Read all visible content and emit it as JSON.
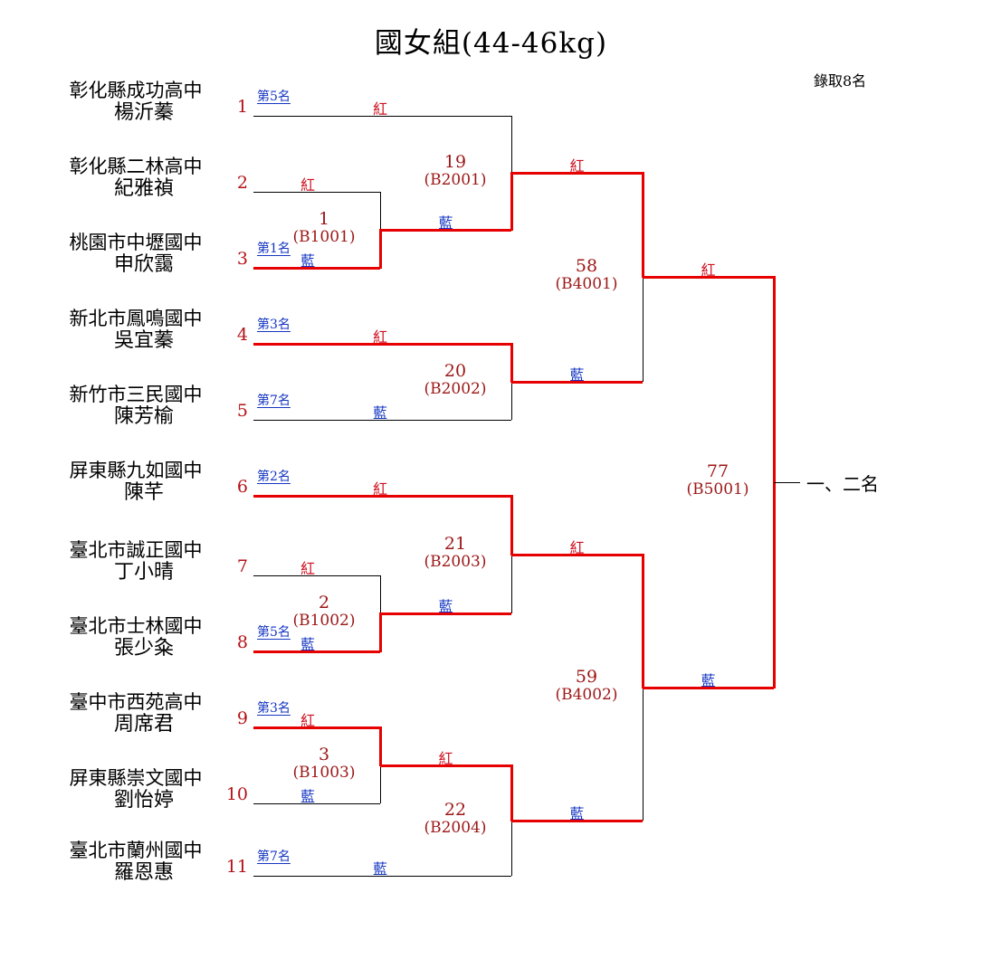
{
  "title": "國女組(44-46kg)",
  "note": "錄取8名",
  "final_label": "一、二名",
  "colors": {
    "winner_path": "#e60000",
    "line": "#000000",
    "red_corner_text": "#cf1020",
    "blue_corner_text": "#1536c2",
    "match_label_text": "#9c1616",
    "seed_text": "#b31217"
  },
  "competitors": [
    {
      "seed": "1",
      "school": "彰化縣成功高中",
      "name": "楊沂蓁",
      "placement": "第5名",
      "corner": "紅",
      "winner": false
    },
    {
      "seed": "2",
      "school": "彰化縣二林高中",
      "name": "紀雅禎",
      "placement": "",
      "corner": "紅",
      "winner": false
    },
    {
      "seed": "3",
      "school": "桃園市中壢國中",
      "name": "申欣靄",
      "placement": "第1名",
      "corner": "藍",
      "winner": true
    },
    {
      "seed": "4",
      "school": "新北市鳳鳴國中",
      "name": "吳宜蓁",
      "placement": "第3名",
      "corner": "紅",
      "winner": true
    },
    {
      "seed": "5",
      "school": "新竹市三民國中",
      "name": "陳芳榆",
      "placement": "第7名",
      "corner": "藍",
      "winner": false
    },
    {
      "seed": "6",
      "school": "屏東縣九如國中",
      "name": "陳芊",
      "placement": "第2名",
      "corner": "紅",
      "winner": true
    },
    {
      "seed": "7",
      "school": "臺北市誠正國中",
      "name": "丁小晴",
      "placement": "",
      "corner": "紅",
      "winner": false
    },
    {
      "seed": "8",
      "school": "臺北市士林國中",
      "name": "張少粂",
      "placement": "第5名",
      "corner": "藍",
      "winner": true
    },
    {
      "seed": "9",
      "school": "臺中市西苑高中",
      "name": "周席君",
      "placement": "第3名",
      "corner": "紅",
      "winner": true
    },
    {
      "seed": "10",
      "school": "屏東縣崇文國中",
      "name": "劉怡婷",
      "placement": "",
      "corner": "藍",
      "winner": false
    },
    {
      "seed": "11",
      "school": "臺北市蘭州國中",
      "name": "羅恩惠",
      "placement": "第7名",
      "corner": "藍",
      "winner": false
    }
  ],
  "matches": [
    {
      "number": "1",
      "code": "(B1001)",
      "out_corner": "藍",
      "winner_side": "bottom"
    },
    {
      "number": "2",
      "code": "(B1002)",
      "out_corner": "藍",
      "winner_side": "bottom"
    },
    {
      "number": "3",
      "code": "(B1003)",
      "out_corner": "紅",
      "winner_side": "top"
    },
    {
      "number": "19",
      "code": "(B2001)",
      "out_corner": "紅",
      "winner_side": "bottom"
    },
    {
      "number": "20",
      "code": "(B2002)",
      "out_corner": "藍",
      "winner_side": "top"
    },
    {
      "number": "21",
      "code": "(B2003)",
      "out_corner": "紅",
      "winner_side": "top"
    },
    {
      "number": "22",
      "code": "(B2004)",
      "out_corner": "藍",
      "winner_side": "top"
    },
    {
      "number": "58",
      "code": "(B4001)",
      "out_corner": "紅",
      "winner_side": "top"
    },
    {
      "number": "59",
      "code": "(B4002)",
      "out_corner": "藍",
      "winner_side": "top"
    },
    {
      "number": "77",
      "code": "(B5001)",
      "out_corner": "",
      "winner_side": "both"
    }
  ]
}
